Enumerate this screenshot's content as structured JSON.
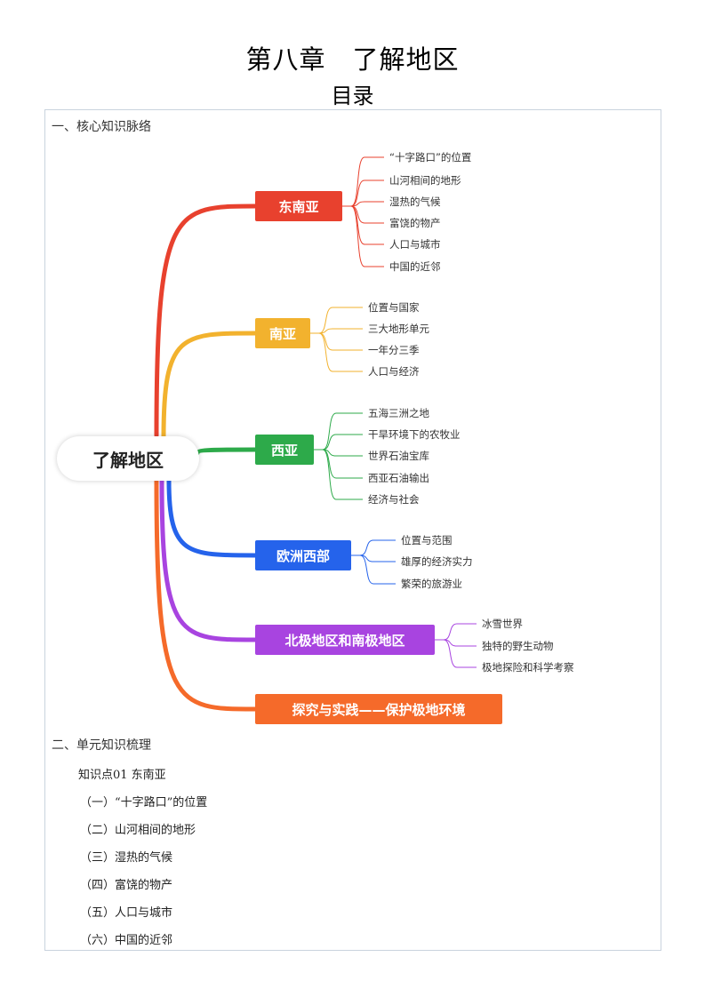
{
  "title": "第八章　了解地区",
  "subtitle": "目录",
  "section1": "一、核心知识脉络",
  "mindmap": {
    "center": "了解地区",
    "branches": [
      {
        "label": "东南亚",
        "color": "#e8412e",
        "leaves": [
          "“十字路口”的位置",
          "山河相间的地形",
          "湿热的气候",
          "富饶的物产",
          "人口与城市",
          "中国的近邻"
        ]
      },
      {
        "label": "南亚",
        "color": "#f2b22e",
        "leaves": [
          "位置与国家",
          "三大地形单元",
          "一年分三季",
          "人口与经济"
        ]
      },
      {
        "label": "西亚",
        "color": "#2daa4a",
        "leaves": [
          "五海三洲之地",
          "干旱环境下的农牧业",
          "世界石油宝库",
          "西亚石油输出",
          "经济与社会"
        ]
      },
      {
        "label": "欧洲西部",
        "color": "#2563eb",
        "leaves": [
          "位置与范围",
          "雄厚的经济实力",
          "繁荣的旅游业"
        ]
      },
      {
        "label": "北极地区和南极地区",
        "color": "#a844e0",
        "leaves": [
          "冰雪世界",
          "独特的野生动物",
          "极地探险和科学考察"
        ]
      },
      {
        "label": "探究与实践——保护极地环境",
        "color": "#f56a2a",
        "leaves": []
      }
    ]
  },
  "section2": "二、单元知识梳理",
  "toc": {
    "heading": "知识点01  东南亚",
    "items": [
      "（一）“十字路口”的位置",
      "（二）山河相间的地形",
      "（三）湿热的气候",
      "（四）富饶的物产",
      "（五）人口与城市",
      "（六）中国的近邻"
    ]
  }
}
